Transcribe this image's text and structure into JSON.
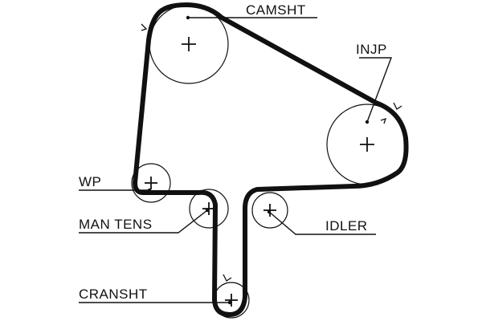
{
  "labels": {
    "camshaft": "CAMSHT",
    "injection_pump": "INJP",
    "water_pump": "WP",
    "manual_tensioner": "MAN TENS",
    "idler": "IDLER",
    "crankshaft": "CRANSHT"
  }
}
